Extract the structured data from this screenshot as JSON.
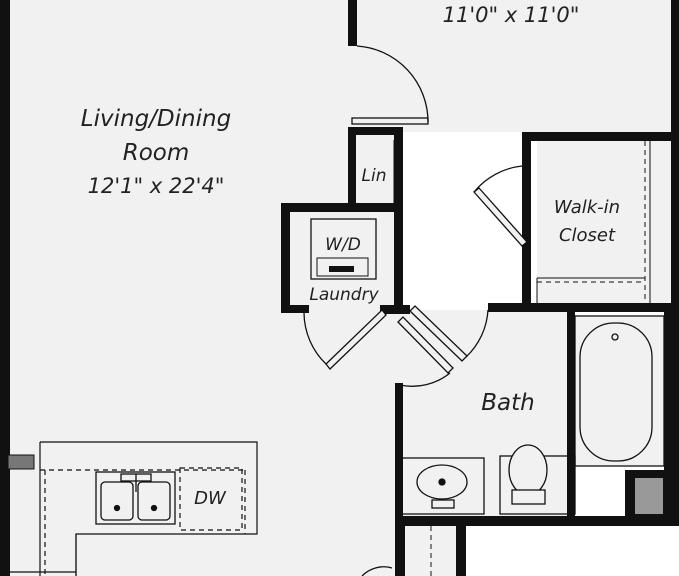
{
  "rooms": {
    "bedroom": {
      "dimensions": "11'0\" x 11'0\""
    },
    "living_dining": {
      "name_line1": "Living/Dining",
      "name_line2": "Room",
      "dimensions": "12'1\" x 22'4\""
    },
    "linen": {
      "name": "Lin"
    },
    "laundry": {
      "name": "Laundry"
    },
    "walk_in_closet": {
      "name_line1": "Walk-in",
      "name_line2": "Closet"
    },
    "bath": {
      "name": "Bath"
    }
  },
  "fixtures": {
    "washer_dryer": "W/D",
    "dishwasher": "DW"
  },
  "colors": {
    "wall": "#111111",
    "floor": "#f1f1f1",
    "background": "#ffffff",
    "window": "#777777"
  }
}
